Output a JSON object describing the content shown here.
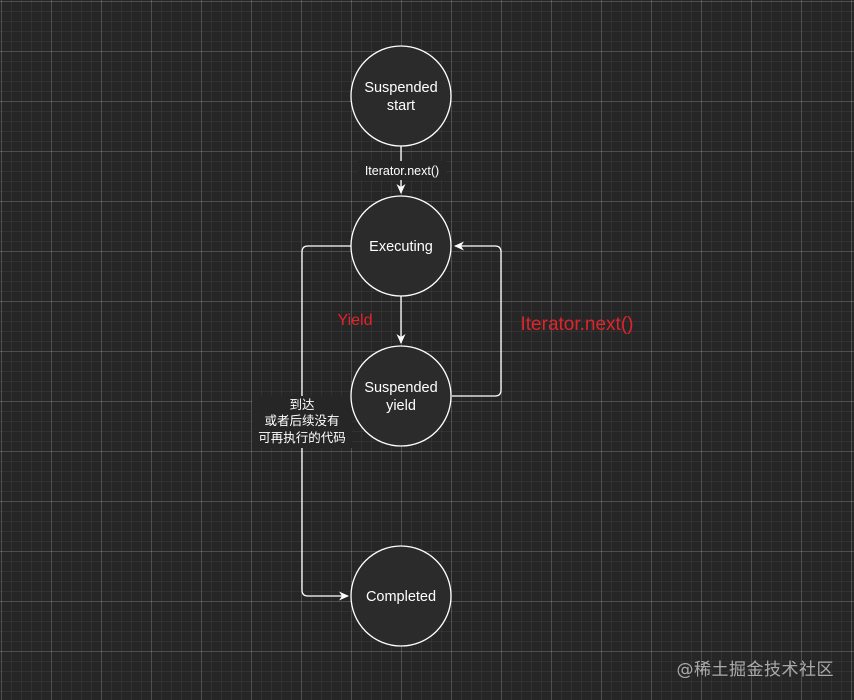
{
  "diagram": {
    "nodes": {
      "suspended_start": [
        "Suspended",
        "start"
      ],
      "executing": [
        "Executing"
      ],
      "suspended_yield": [
        "Suspended",
        "yield"
      ],
      "completed": [
        "Completed"
      ]
    },
    "edges": {
      "start_to_executing": "Iterator.next()",
      "executing_to_yield": "Yield",
      "yield_to_executing": "Iterator.next()",
      "executing_to_completed": [
        "到达",
        "或者后续没有",
        "可再执行的代码"
      ]
    },
    "colors": {
      "background": "#262626",
      "node_fill": "#2b2b2b",
      "stroke": "#ffffff",
      "text": "#ffffff",
      "accent_red": "#e0242b"
    }
  },
  "watermark": "@稀土掘金技术社区"
}
